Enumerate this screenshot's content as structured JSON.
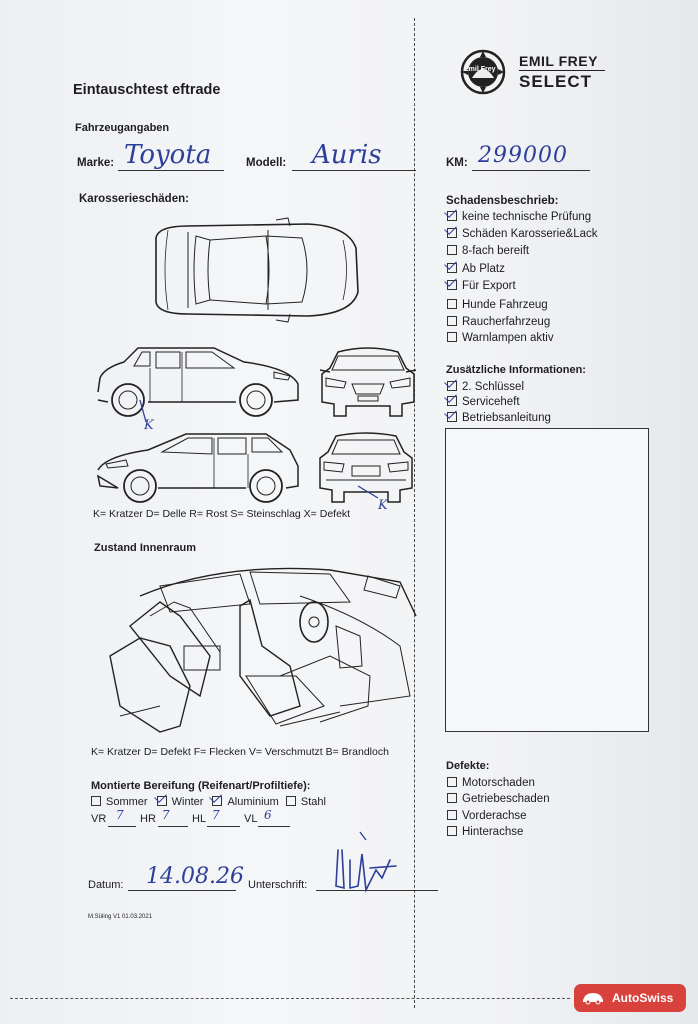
{
  "brand": {
    "line1": "EMIL FREY",
    "line2": "SELECT",
    "emblem_text": "Emil Frey"
  },
  "title": "Eintauschtest eftrade",
  "vehicle": {
    "section": "Fahrzeugangaben",
    "make_label": "Marke:",
    "make_value": "Toyota",
    "model_label": "Modell:",
    "model_value": "Auris",
    "km_label": "KM:",
    "km_value": "299000"
  },
  "body_damage": {
    "title": "Karosserieschäden:",
    "legend": "K= Kratzer D= Delle R= Rost S= Steinschlag X= Defekt",
    "marks": [
      "K",
      "K"
    ]
  },
  "damage_description": {
    "title": "Schadensbeschrieb:",
    "items": [
      {
        "label": "keine technische Prüfung",
        "checked": true
      },
      {
        "label": "Schäden Karosserie&Lack",
        "checked": true
      },
      {
        "label": "8-fach bereift",
        "checked": false
      },
      {
        "label": "Ab Platz",
        "checked": true
      },
      {
        "label": "Für Export",
        "checked": true
      },
      {
        "label": "Hunde Fahrzeug",
        "checked": false
      },
      {
        "label": "Raucherfahrzeug",
        "checked": false
      },
      {
        "label": "Warnlampen aktiv",
        "checked": false
      }
    ]
  },
  "additional_info": {
    "title": "Zusätzliche Informationen:",
    "items": [
      {
        "label": "2. Schlüssel",
        "checked": true
      },
      {
        "label": "Serviceheft",
        "checked": true
      },
      {
        "label": "Betriebsanleitung",
        "checked": true
      }
    ]
  },
  "interior": {
    "title": "Zustand Innenraum",
    "legend": "K= Kratzer D= Defekt F= Flecken V= Verschmutzt B= Brandloch"
  },
  "tires": {
    "title": "Montierte Bereifung (Reifenart/Profiltiefe):",
    "options": [
      {
        "label": "Sommer",
        "checked": false
      },
      {
        "label": "Winter",
        "checked": true
      },
      {
        "label": "Aluminium",
        "checked": true
      },
      {
        "label": "Stahl",
        "checked": false
      }
    ],
    "depths": [
      {
        "label": "VR",
        "value": "7"
      },
      {
        "label": "HR",
        "value": "7"
      },
      {
        "label": "HL",
        "value": "7"
      },
      {
        "label": "VL",
        "value": "6"
      }
    ]
  },
  "defects": {
    "title": "Defekte:",
    "items": [
      {
        "label": "Motorschaden",
        "checked": false
      },
      {
        "label": "Getriebeschaden",
        "checked": false
      },
      {
        "label": "Vorderachse",
        "checked": false
      },
      {
        "label": "Hinterachse",
        "checked": false
      }
    ]
  },
  "footer": {
    "date_label": "Datum:",
    "date_value": "14.08.26",
    "signature_label": "Unterschrift:",
    "form_code": "M.Süling V1 01.03.2021"
  },
  "watermark": "AutoSwiss",
  "colors": {
    "ink": "#2d3f9a",
    "badge": "#d9413d",
    "text": "#1e1e22"
  }
}
